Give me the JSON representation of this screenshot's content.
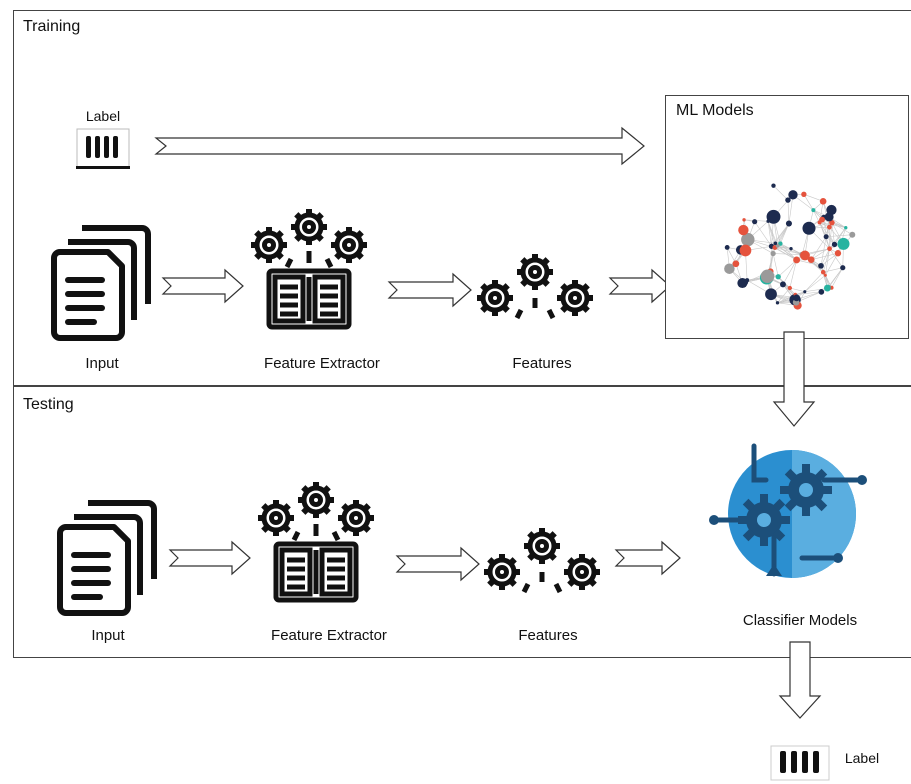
{
  "training": {
    "title": "Training",
    "label_text": "Label",
    "input_label": "Input",
    "extractor_label": "Feature Extractor",
    "features_label": "Features",
    "ml_models_title": "ML Models"
  },
  "testing": {
    "title": "Testing",
    "input_label": "Input",
    "extractor_label": "Feature Extractor",
    "features_label": "Features",
    "classifier_label": "Classifier Models"
  },
  "output": {
    "label_text": "Label"
  },
  "colors": {
    "network_red": "#e5533d",
    "network_teal": "#27b3a0",
    "network_navy": "#1d2b4f",
    "network_gray": "#9a9a9a",
    "classifier_blue": "#2b8fd0",
    "classifier_dark": "#1c4f7a"
  }
}
